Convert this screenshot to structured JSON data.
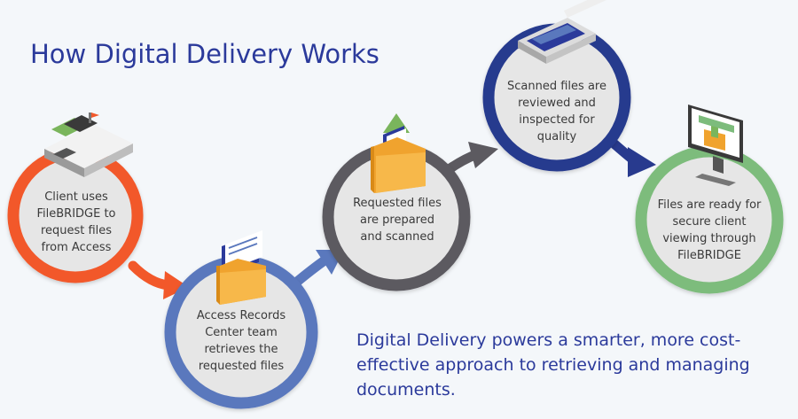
{
  "title": "How Digital Delivery Works",
  "steps": [
    {
      "text": "Client uses FileBRIDGE to request files from Access",
      "color": "#f2582a",
      "icon": "computer-desk-icon"
    },
    {
      "text": "Access Records Center team retrieves the requested files",
      "color": "#5a78bd",
      "icon": "folder-documents-icon"
    },
    {
      "text": "Requested files are prepared and scanned",
      "color": "#5c5a60",
      "icon": "folder-upload-icon"
    },
    {
      "text": "Scanned files are reviewed and inspected for quality",
      "color": "#283a8e",
      "icon": "scanner-icon"
    },
    {
      "text": "Files are ready for secure client viewing through FileBRIDGE",
      "color": "#7dbc7c",
      "icon": "monitor-folder-icon"
    }
  ],
  "tagline": "Digital Delivery powers a smarter, more cost-effective approach to retrieving and managing documents.",
  "colors": {
    "title": "#2b3a9b",
    "circle_fill": "#e6e6e6",
    "text": "#3a3a3a",
    "background": "#f4f7fa"
  }
}
